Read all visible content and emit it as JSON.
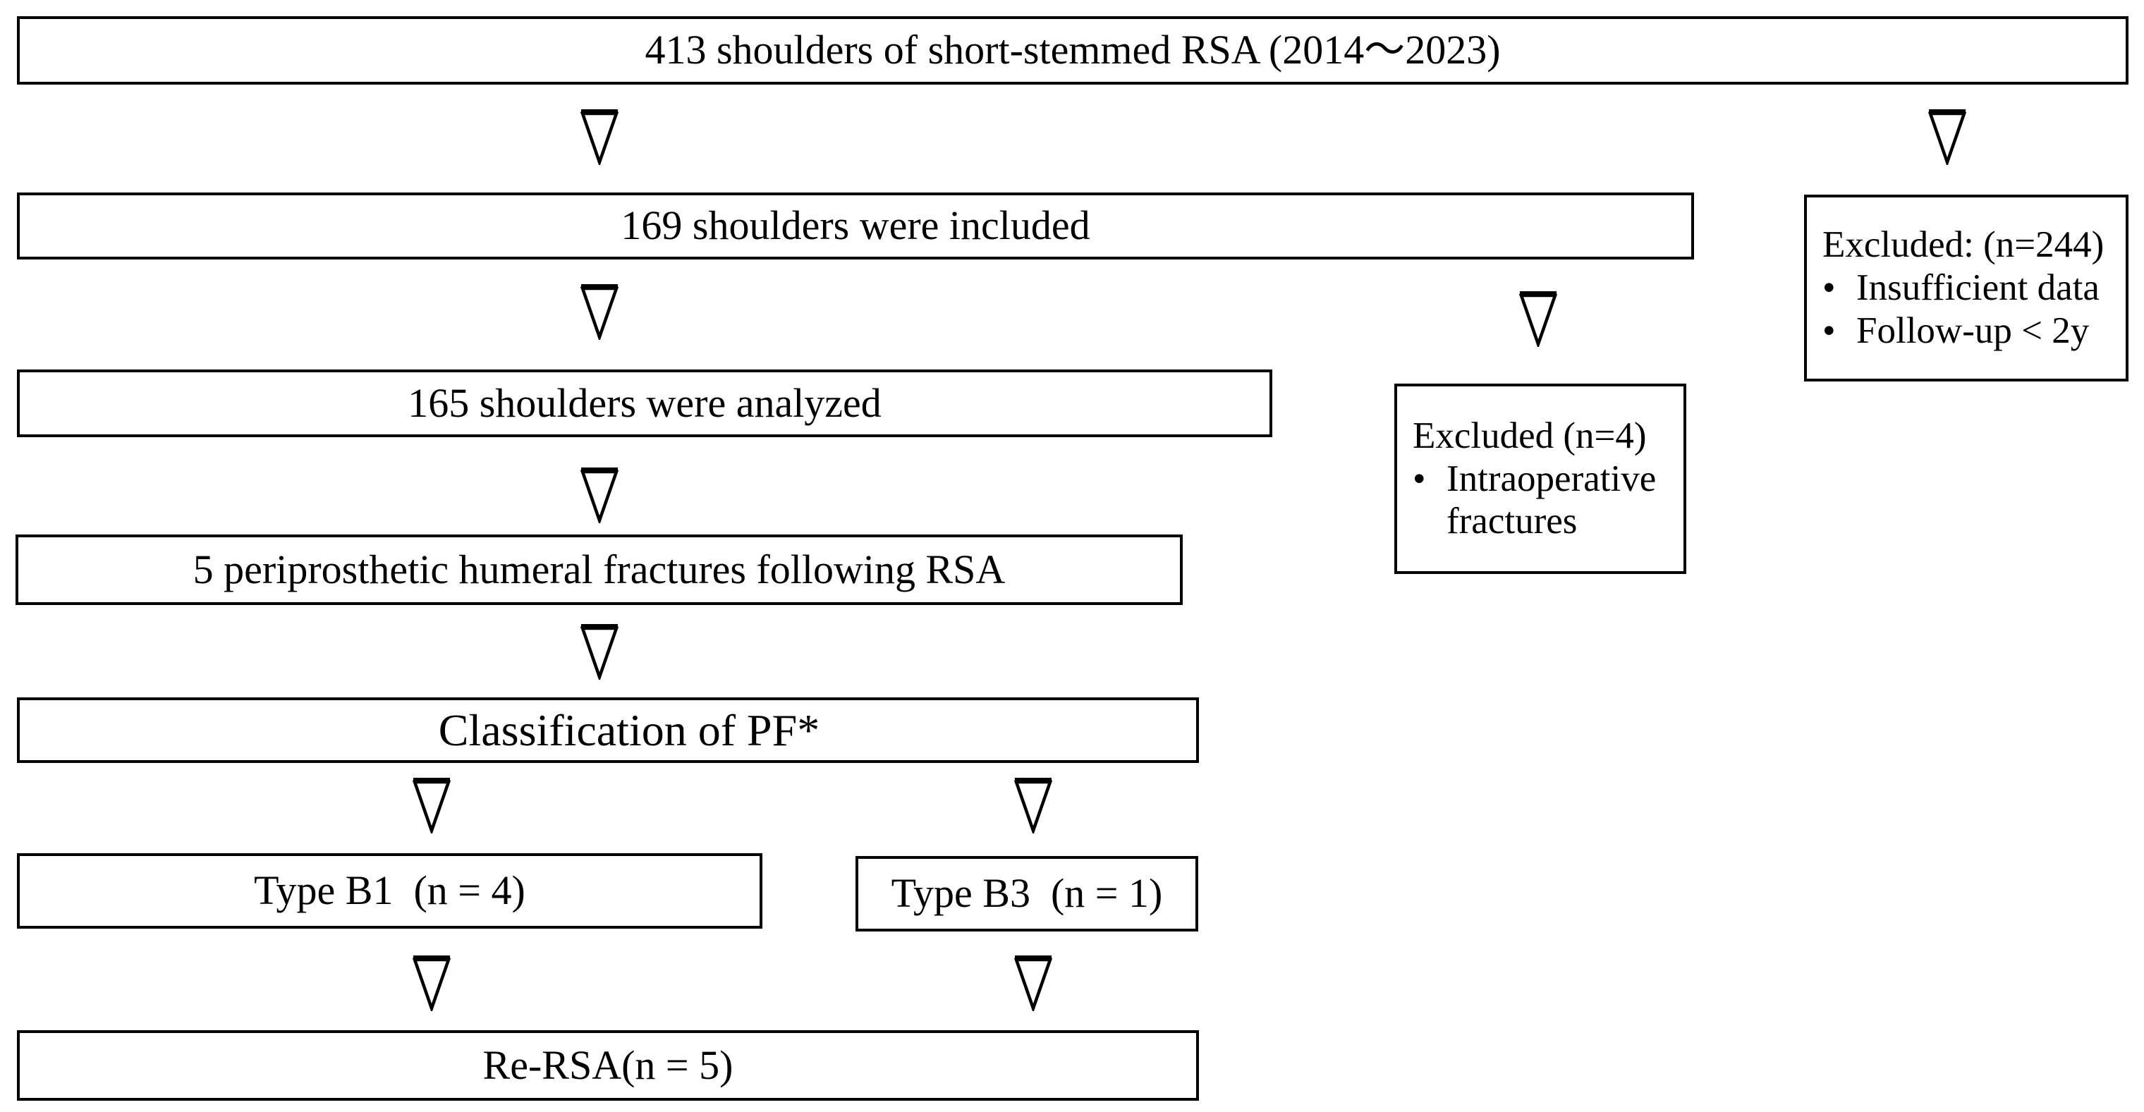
{
  "diagram": {
    "background_color": "#ffffff",
    "line_color": "#000000",
    "text_color": "#000000",
    "bullet_char": "•",
    "nodes": {
      "total": {
        "label": "413 shoulders of short-stemmed RSA (2014～2023)"
      },
      "included": {
        "label": "169 shoulders were included"
      },
      "excluded_major": {
        "title": "Excluded: (n=244)",
        "bullets": [
          "Insufficient data",
          "Follow-up < 2y"
        ]
      },
      "analyzed": {
        "label": "165 shoulders were analyzed"
      },
      "excluded_minor": {
        "title": "Excluded (n=4)",
        "bullets": [
          "Intraoperative fractures"
        ]
      },
      "periprosthetic": {
        "label": "5 periprosthetic humeral fractures following RSA"
      },
      "classification": {
        "label": "Classification of PF*"
      },
      "type_b1": {
        "label": "Type B1  (n = 4)"
      },
      "type_b3": {
        "label": "Type B3  (n = 1)"
      },
      "re_rsa": {
        "label": "Re-RSA(n = 5)"
      }
    }
  }
}
